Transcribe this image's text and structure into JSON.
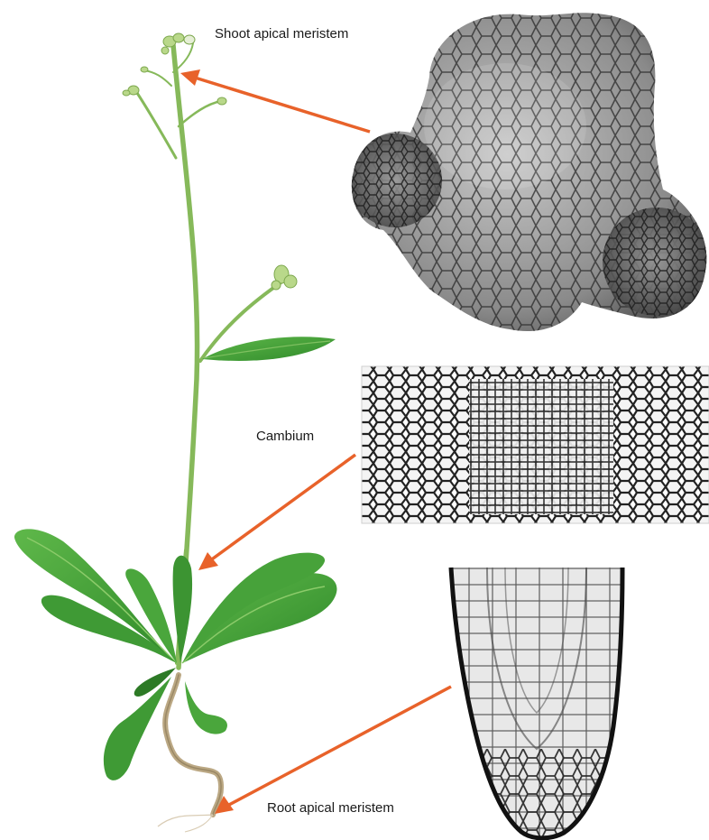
{
  "labels": {
    "shoot": "Shoot apical meristem",
    "cambium": "Cambium",
    "root": "Root apical meristem"
  },
  "colors": {
    "arrow": "#e8622a",
    "stem": "#86b95a",
    "leaf": "#3f9a35",
    "leaf_dark": "#2d7a26",
    "root": "#bba884",
    "cell_wall": "#1a1a1a"
  },
  "icons": {
    "arrowheads": "triangle-arrowhead",
    "plant": "arabidopsis-plant-illustration",
    "micrographs": [
      "shoot-meristem-micrograph",
      "cambium-micrograph",
      "root-tip-micrograph"
    ]
  }
}
